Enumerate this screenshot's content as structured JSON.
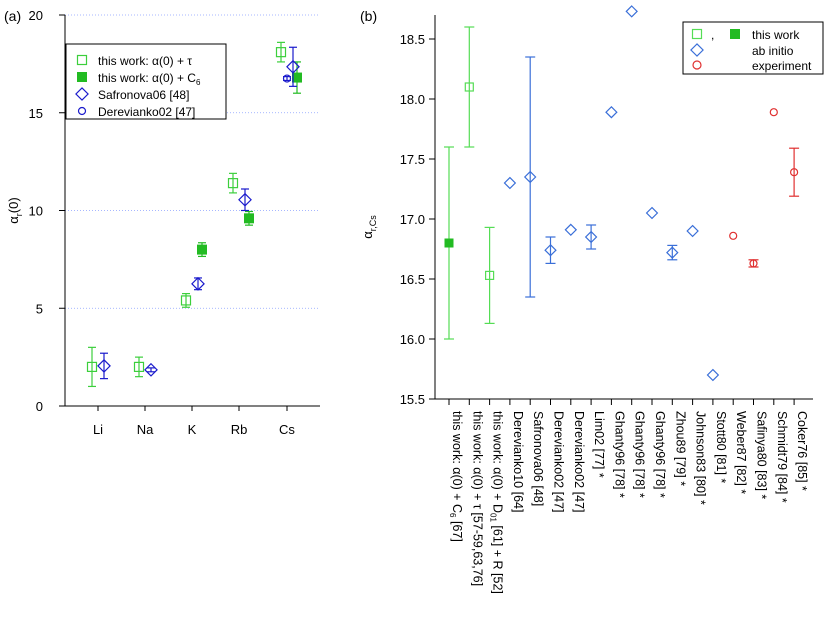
{
  "panel_labels": {
    "a": "(a)",
    "b": "(b)"
  },
  "chart_data": [
    {
      "type": "scatter",
      "ylabel_main": "α",
      "ylabel_sub": "r",
      "ylabel_tail": "(0)",
      "ylim": [
        0,
        20
      ],
      "yticks": [
        0,
        5,
        10,
        15,
        20
      ],
      "categories": [
        "Li",
        "Na",
        "K",
        "Rb",
        "Cs"
      ],
      "grid": true,
      "legend_position": "top-left",
      "series": [
        {
          "name": "this work: α(0) + τ",
          "marker": "open-square",
          "color": "#3ccf3c",
          "points": [
            {
              "cat": 0,
              "y": 2.0,
              "err": 1.0
            },
            {
              "cat": 1,
              "y": 2.0,
              "err": 0.5
            },
            {
              "cat": 2,
              "y": 5.4,
              "err": 0.35
            },
            {
              "cat": 3,
              "y": 11.4,
              "err": 0.5
            },
            {
              "cat": 4,
              "y": 18.1,
              "err": 0.5
            }
          ]
        },
        {
          "name": "this work: α(0) + C",
          "name_sub": "6",
          "marker": "filled-square",
          "color": "#22bb22",
          "points": [
            {
              "cat": 2,
              "y": 8.0,
              "err": 0.35
            },
            {
              "cat": 3,
              "y": 9.6,
              "err": 0.35
            },
            {
              "cat": 4,
              "y": 16.8,
              "err": 0.8
            }
          ]
        },
        {
          "name": "Safronova06 [48]",
          "marker": "open-diamond",
          "color": "#1a1acc",
          "points": [
            {
              "cat": 0,
              "y": 2.05,
              "err": 0.65
            },
            {
              "cat": 1,
              "y": 1.85,
              "err": 0.1
            },
            {
              "cat": 2,
              "y": 6.25,
              "err": 0.3
            },
            {
              "cat": 3,
              "y": 10.55,
              "err": 0.55
            },
            {
              "cat": 4,
              "y": 17.35,
              "err": 1.0
            }
          ]
        },
        {
          "name": "Derevianko02 [47]",
          "marker": "open-circle",
          "color": "#1a1acc",
          "points": [
            {
              "cat": 4,
              "y": 16.75,
              "err": 0.1
            }
          ]
        }
      ]
    },
    {
      "type": "scatter",
      "ylabel_main": "α",
      "ylabel_sub": "r,Cs",
      "ylim": [
        15.5,
        18.7
      ],
      "yticks": [
        15.5,
        16.0,
        16.5,
        17.0,
        17.5,
        18.0,
        18.5
      ],
      "grid": false,
      "legend_position": "top-right",
      "legend": [
        {
          "label": "this work",
          "prefix": ",",
          "marker": "open-square+filled-square",
          "color": "#22bb22"
        },
        {
          "label": "ab initio",
          "marker": "open-diamond",
          "color": "#3a6fd8"
        },
        {
          "label": "experiment",
          "marker": "open-circle",
          "color": "#e03030"
        }
      ],
      "categories": [
        {
          "label": "this work: α(0) + C",
          "sub": "6",
          "tail": " [67]"
        },
        {
          "label": "this work: α(0) + τ [57-59,63,76]"
        },
        {
          "label": "this work: α(0) + D",
          "sub": "01",
          "tail": " [61] + R [52]"
        },
        {
          "label": "Derevianko10 [64]"
        },
        {
          "label": "Safronova06 [48]"
        },
        {
          "label": "Derevianko02 [47]"
        },
        {
          "label": "Derevianko02 [47]"
        },
        {
          "label": "Lim02 [77] *"
        },
        {
          "label": "Ghanty96 [78] *"
        },
        {
          "label": "Ghanty96 [78] *"
        },
        {
          "label": "Ghanty96 [78] *"
        },
        {
          "label": "Zhou89 [79] *"
        },
        {
          "label": "Johnson83 [80] *"
        },
        {
          "label": "Stott80 [81] *"
        },
        {
          "label": "Weber87 [82] *"
        },
        {
          "label": "Safinya80 [83] *"
        },
        {
          "label": "Schmidt79 [84] *"
        },
        {
          "label": "Coker76 [85] *"
        }
      ],
      "points": [
        {
          "cat": 0,
          "y": 16.8,
          "err": 0.8,
          "marker": "filled-square",
          "color": "#22bb22",
          "ecolor": "#55dd55"
        },
        {
          "cat": 1,
          "y": 18.1,
          "err": 0.5,
          "marker": "open-square",
          "color": "#55dd55"
        },
        {
          "cat": 2,
          "y": 16.53,
          "err": 0.4,
          "marker": "open-square",
          "color": "#55dd55"
        },
        {
          "cat": 3,
          "y": 17.3,
          "err": 0,
          "marker": "open-diamond",
          "color": "#3a6fd8"
        },
        {
          "cat": 4,
          "y": 17.35,
          "err": 1.0,
          "marker": "open-diamond",
          "color": "#3a6fd8"
        },
        {
          "cat": 5,
          "y": 16.74,
          "err": 0.11,
          "marker": "open-diamond",
          "color": "#3a6fd8"
        },
        {
          "cat": 6,
          "y": 16.91,
          "err": 0,
          "marker": "open-diamond",
          "color": "#3a6fd8"
        },
        {
          "cat": 7,
          "y": 16.85,
          "err": 0.1,
          "marker": "open-diamond",
          "color": "#3a6fd8"
        },
        {
          "cat": 8,
          "y": 17.89,
          "err": 0,
          "marker": "open-diamond",
          "color": "#3a6fd8"
        },
        {
          "cat": 9,
          "y": 18.73,
          "err": 0,
          "marker": "open-diamond",
          "color": "#3a6fd8"
        },
        {
          "cat": 10,
          "y": 17.05,
          "err": 0,
          "marker": "open-diamond",
          "color": "#3a6fd8"
        },
        {
          "cat": 11,
          "y": 16.72,
          "err": 0.06,
          "marker": "open-diamond",
          "color": "#3a6fd8"
        },
        {
          "cat": 12,
          "y": 16.9,
          "err": 0,
          "marker": "open-diamond",
          "color": "#3a6fd8"
        },
        {
          "cat": 13,
          "y": 15.7,
          "err": 0,
          "marker": "open-diamond",
          "color": "#3a6fd8"
        },
        {
          "cat": 14,
          "y": 16.86,
          "err": 0,
          "marker": "open-circle",
          "color": "#e03030"
        },
        {
          "cat": 15,
          "y": 16.63,
          "err": 0.03,
          "marker": "open-circle",
          "color": "#e03030"
        },
        {
          "cat": 16,
          "y": 17.89,
          "err": 0,
          "marker": "open-circle",
          "color": "#e03030"
        },
        {
          "cat": 17,
          "y": 17.39,
          "err": 0.2,
          "marker": "open-circle",
          "color": "#e03030"
        }
      ]
    }
  ]
}
